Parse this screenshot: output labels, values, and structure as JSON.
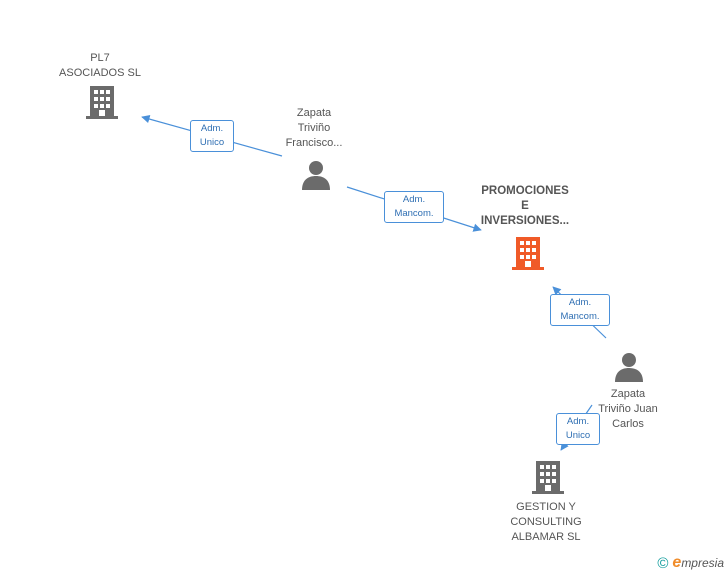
{
  "colors": {
    "edge": "#4a90d9",
    "node_icon": "#6b6b6b",
    "main_icon": "#f05a28",
    "label": "#555555"
  },
  "nodes": {
    "pl7": {
      "label": "PL7\nASOCIADOS SL",
      "icon": "building-icon"
    },
    "francisco": {
      "label": "Zapata\nTriviño\nFrancisco...",
      "icon": "person-icon"
    },
    "promociones": {
      "label": "PROMOCIONES\nE\nINVERSIONES...",
      "icon": "building-icon"
    },
    "juan_carlos": {
      "label": "Zapata\nTriviño Juan\nCarlos",
      "icon": "person-icon"
    },
    "gestion": {
      "label": "GESTION Y\nCONSULTING\nALBAMAR SL",
      "icon": "building-icon"
    }
  },
  "edges": {
    "francisco_to_pl7": {
      "label": "Adm.\nUnico"
    },
    "francisco_to_promociones": {
      "label": "Adm.\nMancom."
    },
    "juan_carlos_to_promociones": {
      "label": "Adm.\nMancom."
    },
    "juan_carlos_to_gestion": {
      "label": "Adm.\nUnico"
    }
  },
  "footer": {
    "copyright": "©",
    "brand_initial": "e",
    "brand_rest": "mpresia"
  }
}
